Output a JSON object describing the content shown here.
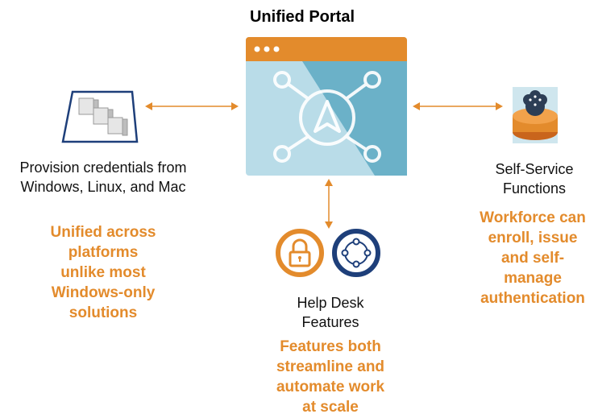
{
  "title": "Unified Portal",
  "left": {
    "label_lines": [
      "Provision credentials from",
      "Windows, Linux, and Mac"
    ],
    "highlight_lines": [
      "Unified across",
      "platforms",
      "unlike most",
      "Windows-only",
      "solutions"
    ]
  },
  "center": {
    "label_lines": [
      "Help Desk",
      "Features"
    ],
    "highlight_lines": [
      "Features both",
      "streamline and",
      "automate work",
      "at scale"
    ]
  },
  "right": {
    "label_lines": [
      "Self-Service",
      "Functions"
    ],
    "highlight_lines": [
      "Workforce can",
      "enroll, issue",
      "and self-",
      "manage",
      "authentication"
    ]
  },
  "colors": {
    "accent_orange": "#E38B2C",
    "portal_light_blue": "#B9DCE8",
    "portal_dark_blue": "#6BB1C8",
    "navy": "#1E3F7A"
  },
  "icons": {
    "portal": "browser-window-icon",
    "platforms": "server-stack-icon",
    "self_service": "brain-database-icon",
    "lock": "padlock-icon",
    "nodes": "circular-nodes-icon"
  }
}
